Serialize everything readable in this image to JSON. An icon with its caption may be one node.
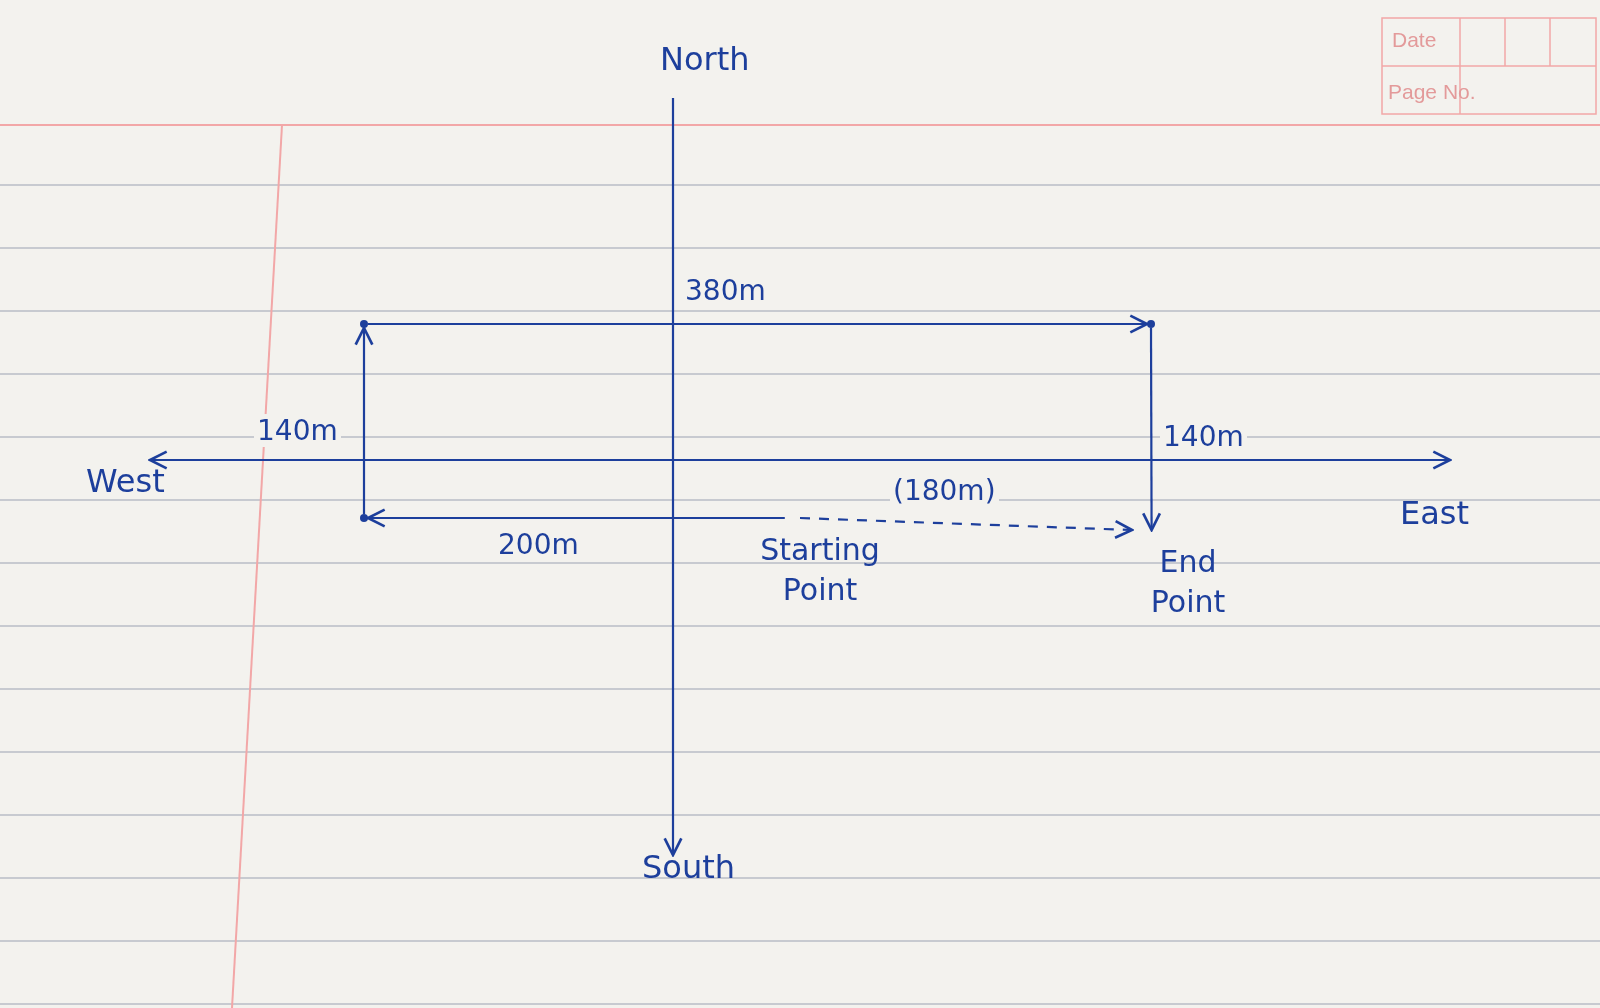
{
  "diagram": {
    "nodes": [
      {
        "text": [
          "Starting Point"
        ]
      },
      {
        "text": [],
        "shape": "point"
      },
      {
        "text": [],
        "shape": "point"
      },
      {
        "text": [],
        "shape": "point"
      },
      {
        "text": [
          "End Point"
        ]
      }
    ],
    "edges": [
      {
        "from": 0,
        "to": 1,
        "arrow": "to",
        "label": "200m"
      },
      {
        "from": 1,
        "to": 2,
        "arrow": "to",
        "label": "140m"
      },
      {
        "from": 2,
        "to": 3,
        "arrow": "to",
        "label": "380m"
      },
      {
        "from": 3,
        "to": 4,
        "arrow": "to",
        "label": "140m"
      },
      {
        "from": 0,
        "to": 4,
        "arrow": "to",
        "label": "(180m)",
        "style": "dashed"
      }
    ],
    "labels": [
      "Date",
      "Page No.",
      "North",
      "West",
      "East",
      "South"
    ]
  }
}
